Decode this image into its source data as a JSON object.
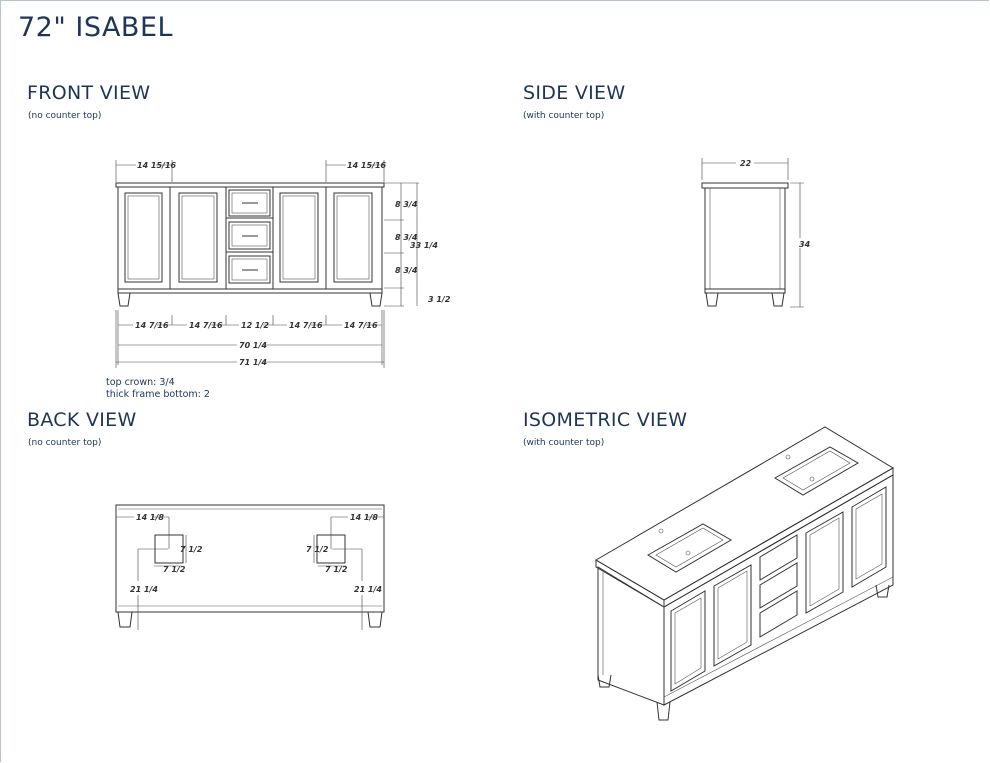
{
  "title": "72\" ISABEL",
  "views": {
    "front": {
      "title": "FRONT VIEW",
      "subtitle": "(no counter top)"
    },
    "side": {
      "title": "SIDE VIEW",
      "subtitle": "(with counter top)"
    },
    "back": {
      "title": "BACK VIEW",
      "subtitle": "(no counter top)"
    },
    "iso": {
      "title": "ISOMETRIC VIEW",
      "subtitle": "(with counter top)"
    }
  },
  "notes": {
    "top_crown": "top crown: 3/4",
    "frame_bottom": "thick frame bottom: 2"
  },
  "front_dims": {
    "left_top": "14 15/16",
    "right_top": "14 15/16",
    "drawer1": "8 3/4",
    "drawer2": "8 3/4",
    "drawer3": "8 3/4",
    "height": "33 1/4",
    "leg": "3 1/2",
    "seg1": "14 7/16",
    "seg2": "14 7/16",
    "seg3": "12 1/2",
    "seg4": "14 7/16",
    "seg5": "14 7/16",
    "inner_width": "70 1/4",
    "outer_width": "71 1/4"
  },
  "side_dims": {
    "depth": "22",
    "height": "34"
  },
  "back_dims": {
    "left_offset": "14 1/8",
    "right_offset": "14 1/8",
    "left_h": "7 1/2",
    "left_w": "7 1/2",
    "right_h": "7 1/2",
    "right_w": "7 1/2",
    "left_height": "21 1/4",
    "right_height": "21 1/4"
  }
}
